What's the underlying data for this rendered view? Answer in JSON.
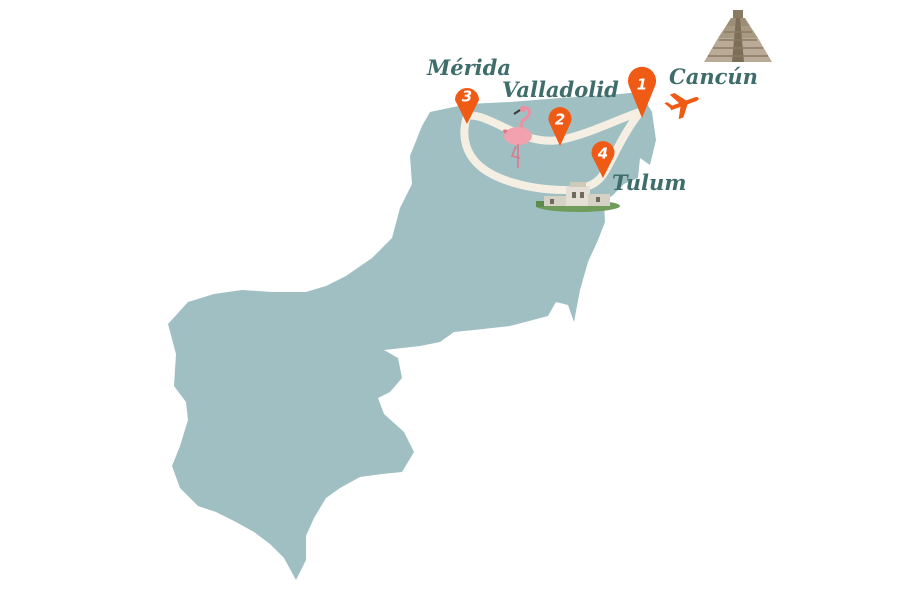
{
  "colors": {
    "land": "#9fbfc2",
    "route": "#f4efe2",
    "marker": "#ef5a14",
    "label": "#3f6d6b",
    "background": "#ffffff"
  },
  "stops": [
    {
      "number": "1",
      "name": "Cancún"
    },
    {
      "number": "2",
      "name": "Valladolid"
    },
    {
      "number": "3",
      "name": "Mérida"
    },
    {
      "number": "4",
      "name": "Tulum"
    }
  ],
  "icons": {
    "landmark": "pyramid-icon",
    "transport": "airplane-icon",
    "wildlife": "flamingo-icon",
    "ruins": "tulum-ruins-icon"
  }
}
